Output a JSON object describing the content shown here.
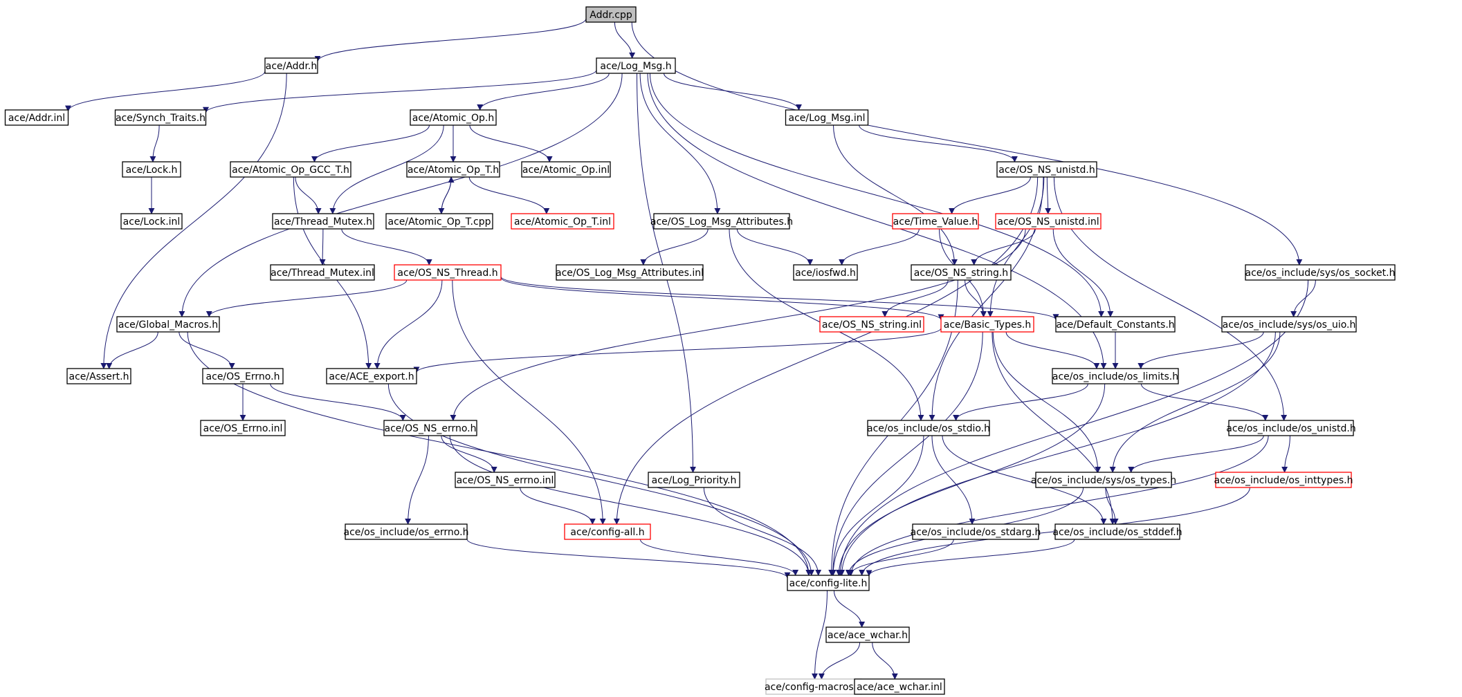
{
  "colors": {
    "edge": "#191970",
    "node_border": "#000000",
    "node_border_incomplete": "#ff0000",
    "node_border_external": "#bfbfbf",
    "root_fill": "#bfbfbf",
    "node_fill": "#ffffff"
  },
  "nodes": [
    {
      "id": "addr_cpp",
      "label": "Addr.cpp",
      "kind": "root"
    },
    {
      "id": "addr_h",
      "label": "ace/Addr.h",
      "kind": "normal"
    },
    {
      "id": "log_msg_h",
      "label": "ace/Log_Msg.h",
      "kind": "normal"
    },
    {
      "id": "addr_inl",
      "label": "ace/Addr.inl",
      "kind": "normal"
    },
    {
      "id": "synch_traits_h",
      "label": "ace/Synch_Traits.h",
      "kind": "normal"
    },
    {
      "id": "atomic_op_h",
      "label": "ace/Atomic_Op.h",
      "kind": "normal"
    },
    {
      "id": "log_msg_inl",
      "label": "ace/Log_Msg.inl",
      "kind": "normal"
    },
    {
      "id": "lock_h",
      "label": "ace/Lock.h",
      "kind": "normal"
    },
    {
      "id": "atomic_op_gcc_t_h",
      "label": "ace/Atomic_Op_GCC_T.h",
      "kind": "normal"
    },
    {
      "id": "atomic_op_t_h",
      "label": "ace/Atomic_Op_T.h",
      "kind": "normal"
    },
    {
      "id": "atomic_op_inl",
      "label": "ace/Atomic_Op.inl",
      "kind": "normal"
    },
    {
      "id": "os_ns_unistd_h",
      "label": "ace/OS_NS_unistd.h",
      "kind": "normal"
    },
    {
      "id": "lock_inl",
      "label": "ace/Lock.inl",
      "kind": "normal"
    },
    {
      "id": "thread_mutex_h",
      "label": "ace/Thread_Mutex.h",
      "kind": "normal"
    },
    {
      "id": "atomic_op_t_cpp",
      "label": "ace/Atomic_Op_T.cpp",
      "kind": "normal"
    },
    {
      "id": "atomic_op_t_inl",
      "label": "ace/Atomic_Op_T.inl",
      "kind": "incomplete"
    },
    {
      "id": "os_log_msg_attributes_h",
      "label": "ace/OS_Log_Msg_Attributes.h",
      "kind": "normal"
    },
    {
      "id": "time_value_h",
      "label": "ace/Time_Value.h",
      "kind": "incomplete"
    },
    {
      "id": "os_ns_unistd_inl",
      "label": "ace/OS_NS_unistd.inl",
      "kind": "incomplete"
    },
    {
      "id": "thread_mutex_inl",
      "label": "ace/Thread_Mutex.inl",
      "kind": "normal"
    },
    {
      "id": "os_ns_thread_h",
      "label": "ace/OS_NS_Thread.h",
      "kind": "incomplete"
    },
    {
      "id": "os_log_msg_attributes_inl",
      "label": "ace/OS_Log_Msg_Attributes.inl",
      "kind": "normal"
    },
    {
      "id": "iosfwd_h",
      "label": "ace/iosfwd.h",
      "kind": "normal"
    },
    {
      "id": "os_ns_string_h",
      "label": "ace/OS_NS_string.h",
      "kind": "normal"
    },
    {
      "id": "os_socket_h",
      "label": "ace/os_include/sys/os_socket.h",
      "kind": "normal"
    },
    {
      "id": "global_macros_h",
      "label": "ace/Global_Macros.h",
      "kind": "normal"
    },
    {
      "id": "os_ns_string_inl",
      "label": "ace/OS_NS_string.inl",
      "kind": "incomplete"
    },
    {
      "id": "basic_types_h",
      "label": "ace/Basic_Types.h",
      "kind": "incomplete"
    },
    {
      "id": "default_constants_h",
      "label": "ace/Default_Constants.h",
      "kind": "normal"
    },
    {
      "id": "os_uio_h",
      "label": "ace/os_include/sys/os_uio.h",
      "kind": "normal"
    },
    {
      "id": "assert_h",
      "label": "ace/Assert.h",
      "kind": "normal"
    },
    {
      "id": "os_errno_h",
      "label": "ace/OS_Errno.h",
      "kind": "normal"
    },
    {
      "id": "ace_export_h",
      "label": "ace/ACE_export.h",
      "kind": "normal"
    },
    {
      "id": "os_limits_h",
      "label": "ace/os_include/os_limits.h",
      "kind": "normal"
    },
    {
      "id": "os_errno_inl",
      "label": "ace/OS_Errno.inl",
      "kind": "normal"
    },
    {
      "id": "os_ns_errno_h",
      "label": "ace/OS_NS_errno.h",
      "kind": "normal"
    },
    {
      "id": "os_stdio_h",
      "label": "ace/os_include/os_stdio.h",
      "kind": "normal"
    },
    {
      "id": "os_unistd_h",
      "label": "ace/os_include/os_unistd.h",
      "kind": "normal"
    },
    {
      "id": "os_ns_errno_inl",
      "label": "ace/OS_NS_errno.inl",
      "kind": "normal"
    },
    {
      "id": "log_priority_h",
      "label": "ace/Log_Priority.h",
      "kind": "normal"
    },
    {
      "id": "os_types_h",
      "label": "ace/os_include/sys/os_types.h",
      "kind": "normal"
    },
    {
      "id": "os_inttypes_h",
      "label": "ace/os_include/os_inttypes.h",
      "kind": "incomplete"
    },
    {
      "id": "os_include_os_errno_h",
      "label": "ace/os_include/os_errno.h",
      "kind": "normal"
    },
    {
      "id": "config_all_h",
      "label": "ace/config-all.h",
      "kind": "incomplete"
    },
    {
      "id": "os_stdarg_h",
      "label": "ace/os_include/os_stdarg.h",
      "kind": "normal"
    },
    {
      "id": "os_stddef_h",
      "label": "ace/os_include/os_stddef.h",
      "kind": "normal"
    },
    {
      "id": "config_lite_h",
      "label": "ace/config-lite.h",
      "kind": "normal"
    },
    {
      "id": "ace_wchar_h",
      "label": "ace/ace_wchar.h",
      "kind": "normal"
    },
    {
      "id": "config_macros_h",
      "label": "ace/config-macros.h",
      "kind": "external"
    },
    {
      "id": "ace_wchar_inl",
      "label": "ace/ace_wchar.inl",
      "kind": "normal"
    }
  ],
  "edges": [
    [
      "addr_cpp",
      "addr_h"
    ],
    [
      "addr_cpp",
      "log_msg_h"
    ],
    [
      "addr_cpp",
      "os_socket_h"
    ],
    [
      "addr_h",
      "addr_inl"
    ],
    [
      "addr_h",
      "assert_h"
    ],
    [
      "log_msg_h",
      "synch_traits_h"
    ],
    [
      "log_msg_h",
      "atomic_op_h"
    ],
    [
      "log_msg_h",
      "log_msg_inl"
    ],
    [
      "log_msg_h",
      "os_log_msg_attributes_h"
    ],
    [
      "log_msg_h",
      "global_macros_h"
    ],
    [
      "log_msg_h",
      "log_priority_h"
    ],
    [
      "log_msg_h",
      "default_constants_h"
    ],
    [
      "log_msg_h",
      "os_limits_h"
    ],
    [
      "synch_traits_h",
      "lock_h"
    ],
    [
      "lock_h",
      "lock_inl"
    ],
    [
      "atomic_op_h",
      "atomic_op_gcc_t_h"
    ],
    [
      "atomic_op_h",
      "atomic_op_t_h"
    ],
    [
      "atomic_op_h",
      "atomic_op_inl"
    ],
    [
      "atomic_op_h",
      "thread_mutex_h"
    ],
    [
      "atomic_op_gcc_t_h",
      "thread_mutex_h"
    ],
    [
      "atomic_op_gcc_t_h",
      "ace_export_h"
    ],
    [
      "atomic_op_t_h",
      "atomic_op_t_cpp"
    ],
    [
      "atomic_op_t_cpp",
      "atomic_op_t_h"
    ],
    [
      "atomic_op_t_h",
      "atomic_op_t_inl"
    ],
    [
      "thread_mutex_h",
      "thread_mutex_inl"
    ],
    [
      "thread_mutex_h",
      "os_ns_thread_h"
    ],
    [
      "os_ns_thread_h",
      "global_macros_h"
    ],
    [
      "os_ns_thread_h",
      "ace_export_h"
    ],
    [
      "os_ns_thread_h",
      "config_all_h"
    ],
    [
      "os_ns_thread_h",
      "basic_types_h"
    ],
    [
      "os_ns_thread_h",
      "default_constants_h"
    ],
    [
      "log_msg_inl",
      "os_ns_unistd_h"
    ],
    [
      "log_msg_inl",
      "os_ns_string_h"
    ],
    [
      "os_ns_unistd_h",
      "time_value_h"
    ],
    [
      "os_ns_unistd_h",
      "os_ns_unistd_inl"
    ],
    [
      "os_ns_unistd_h",
      "config_all_h"
    ],
    [
      "os_ns_unistd_h",
      "basic_types_h"
    ],
    [
      "os_ns_unistd_h",
      "os_stdio_h"
    ],
    [
      "os_ns_unistd_h",
      "os_unistd_h"
    ],
    [
      "time_value_h",
      "iosfwd_h"
    ],
    [
      "time_value_h",
      "basic_types_h"
    ],
    [
      "os_ns_unistd_inl",
      "os_ns_string_h"
    ],
    [
      "os_ns_unistd_inl",
      "default_constants_h"
    ],
    [
      "os_ns_unistd_inl",
      "os_ns_errno_h"
    ],
    [
      "os_log_msg_attributes_h",
      "os_log_msg_attributes_inl"
    ],
    [
      "os_log_msg_attributes_h",
      "iosfwd_h"
    ],
    [
      "os_log_msg_attributes_h",
      "os_stdio_h"
    ],
    [
      "os_ns_string_h",
      "os_ns_string_inl"
    ],
    [
      "os_ns_string_h",
      "basic_types_h"
    ],
    [
      "os_ns_string_h",
      "config_lite_h"
    ],
    [
      "os_socket_h",
      "os_uio_h"
    ],
    [
      "os_socket_h",
      "config_lite_h"
    ],
    [
      "global_macros_h",
      "assert_h"
    ],
    [
      "global_macros_h",
      "os_errno_h"
    ],
    [
      "global_macros_h",
      "config_lite_h"
    ],
    [
      "basic_types_h",
      "ace_export_h"
    ],
    [
      "basic_types_h",
      "os_limits_h"
    ],
    [
      "basic_types_h",
      "os_types_h"
    ],
    [
      "basic_types_h",
      "os_stddef_h"
    ],
    [
      "basic_types_h",
      "config_lite_h"
    ],
    [
      "default_constants_h",
      "os_limits_h"
    ],
    [
      "os_uio_h",
      "os_limits_h"
    ],
    [
      "os_uio_h",
      "os_types_h"
    ],
    [
      "os_uio_h",
      "config_lite_h"
    ],
    [
      "os_errno_h",
      "os_errno_inl"
    ],
    [
      "os_errno_h",
      "os_ns_errno_h"
    ],
    [
      "ace_export_h",
      "config_lite_h"
    ],
    [
      "os_limits_h",
      "os_stdio_h"
    ],
    [
      "os_limits_h",
      "os_unistd_h"
    ],
    [
      "os_limits_h",
      "config_lite_h"
    ],
    [
      "os_ns_errno_h",
      "os_ns_errno_inl"
    ],
    [
      "os_ns_errno_h",
      "os_include_os_errno_h"
    ],
    [
      "os_ns_errno_h",
      "config_lite_h"
    ],
    [
      "os_ns_errno_inl",
      "config_all_h"
    ],
    [
      "os_stdio_h",
      "os_stdarg_h"
    ],
    [
      "os_stdio_h",
      "os_stddef_h"
    ],
    [
      "os_stdio_h",
      "config_lite_h"
    ],
    [
      "os_unistd_h",
      "os_types_h"
    ],
    [
      "os_unistd_h",
      "os_inttypes_h"
    ],
    [
      "os_unistd_h",
      "config_lite_h"
    ],
    [
      "os_types_h",
      "os_stddef_h"
    ],
    [
      "os_types_h",
      "config_lite_h"
    ],
    [
      "os_inttypes_h",
      "config_lite_h"
    ],
    [
      "log_priority_h",
      "config_lite_h"
    ],
    [
      "os_include_os_errno_h",
      "config_lite_h"
    ],
    [
      "config_all_h",
      "config_lite_h"
    ],
    [
      "os_stdarg_h",
      "config_lite_h"
    ],
    [
      "os_stddef_h",
      "config_lite_h"
    ],
    [
      "config_lite_h",
      "ace_wchar_h"
    ],
    [
      "config_lite_h",
      "config_macros_h"
    ],
    [
      "ace_wchar_h",
      "config_macros_h"
    ],
    [
      "ace_wchar_h",
      "ace_wchar_inl"
    ]
  ]
}
